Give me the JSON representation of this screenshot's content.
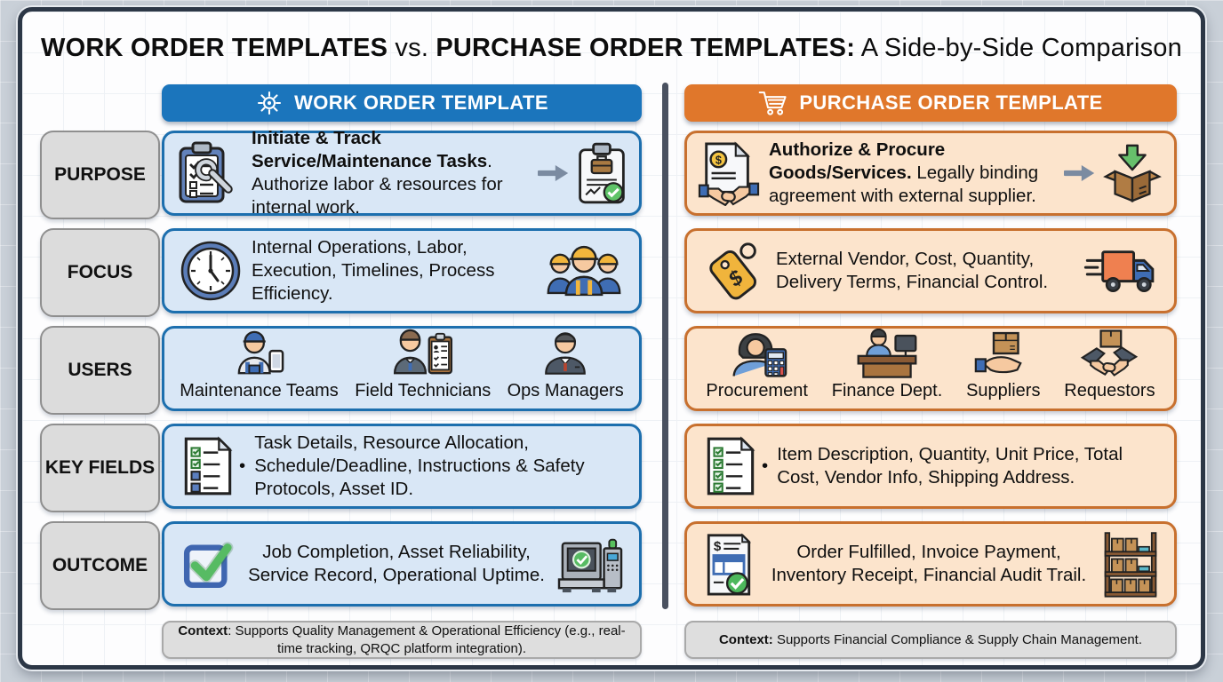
{
  "title": {
    "part1_bold": "WORK ORDER TEMPLATES",
    "part2": " vs. ",
    "part3_bold": "PURCHASE ORDER TEMPLATES:",
    "part4": " A Side-by-Side Comparison"
  },
  "row_labels": [
    "PURPOSE",
    "FOCUS",
    "USERS",
    "KEY FIELDS",
    "OUTCOME"
  ],
  "bullet": "•",
  "icon_glyphs": {
    "dollar": "$"
  },
  "work_order": {
    "header": "WORK ORDER TEMPLATE",
    "purpose_bold": "Initiate & Track Service/Maintenance Tasks",
    "purpose_rest": ". Authorize labor & resources for internal work.",
    "focus": "Internal Operations, Labor, Execution, Timelines, Process Efficiency.",
    "users": [
      {
        "label": "Maintenance Teams"
      },
      {
        "label": "Field Technicians"
      },
      {
        "label": "Ops Managers"
      }
    ],
    "key_fields": "Task Details, Resource Allocation, Schedule/Deadline, Instructions & Safety Protocols, Asset ID.",
    "outcome": "Job Completion, Asset Reliability, Service Record, Operational Uptime.",
    "context_bold": "Context",
    "context_rest": ": Supports Quality Management & Operational Efficiency (e.g., real-time tracking, QRQC platform integration)."
  },
  "purchase_order": {
    "header": "PURCHASE ORDER TEMPLATE",
    "purpose_bold": "Authorize & Procure Goods/Services.",
    "purpose_rest": " Legally binding agreement with external supplier.",
    "focus": "External Vendor, Cost, Quantity, Delivery Terms, Financial Control.",
    "users": [
      {
        "label": "Procurement"
      },
      {
        "label": "Finance Dept."
      },
      {
        "label": "Suppliers"
      },
      {
        "label": "Requestors"
      }
    ],
    "key_fields": "Item Description, Quantity, Unit Price, Total Cost, Vendor Info, Shipping Address.",
    "outcome": "Order Fulfilled, Invoice Payment, Inventory Receipt, Financial Audit Trail.",
    "context_bold": "Context:",
    "context_rest": " Supports Financial Compliance & Supply Chain Management."
  },
  "colors": {
    "wo_header": "#1b75bc",
    "wo_fill": "#d9e7f6",
    "wo_border": "#1d6fae",
    "po_header": "#e0772b",
    "po_fill": "#fce4cc",
    "po_border": "#c8702e",
    "label_fill": "#dcdcdc",
    "divider": "#4a5160"
  }
}
